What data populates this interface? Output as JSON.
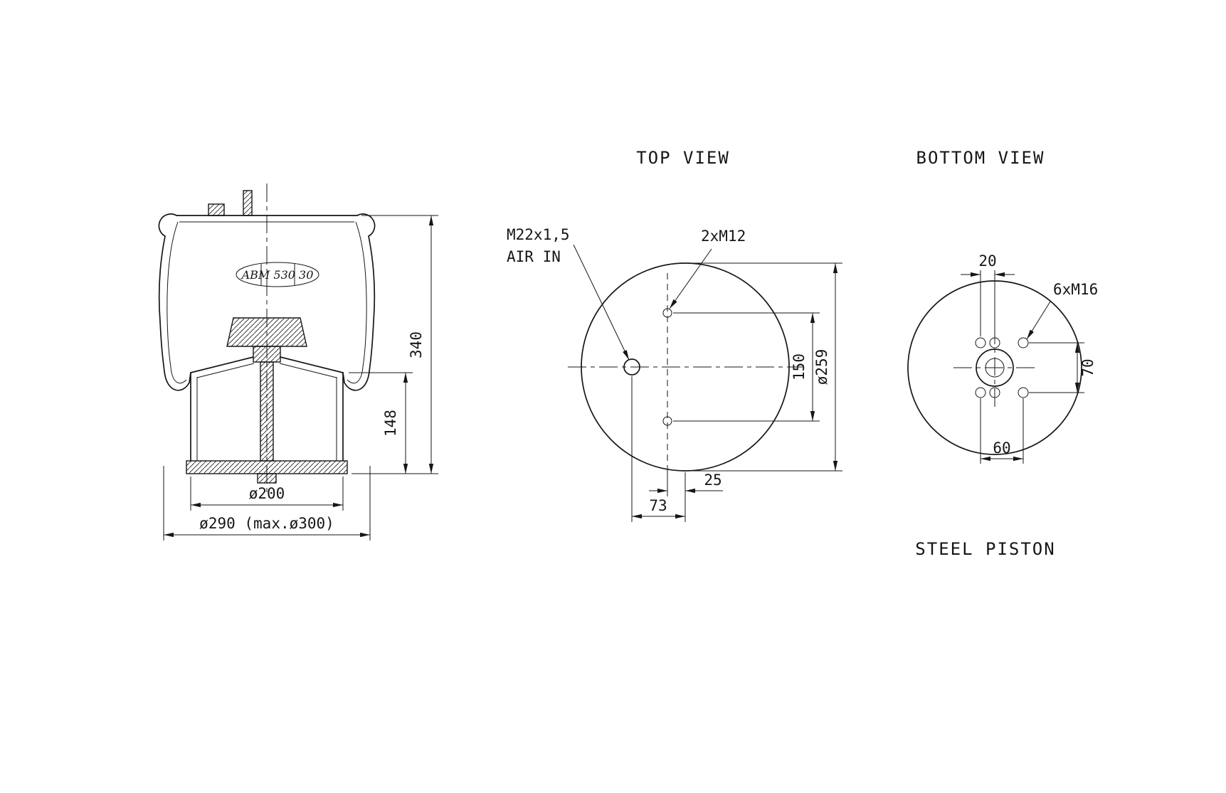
{
  "section_view": {
    "stamp": "ABM 530 30",
    "dims": {
      "total_height": "340",
      "piston_height": "148",
      "piston_diameter": "ø200",
      "bellows_diameter": "ø290 (max.ø300)"
    }
  },
  "top_view": {
    "title": "TOP VIEW",
    "labels": {
      "air_port_line1": "M22x1,5",
      "air_port_line2": "AIR IN",
      "bolts": "2xM12"
    },
    "dims": {
      "bolt_spacing": "150",
      "plate_diameter": "ø259",
      "bolt_offset": "25",
      "air_port_offset": "73"
    }
  },
  "bottom_view": {
    "title": "BOTTOM VIEW",
    "labels": {
      "bolts": "6xM16",
      "caption": "STEEL PISTON"
    },
    "dims": {
      "hole_spacing_20": "20",
      "hole_spacing_70": "70",
      "hole_spacing_60": "60"
    }
  }
}
